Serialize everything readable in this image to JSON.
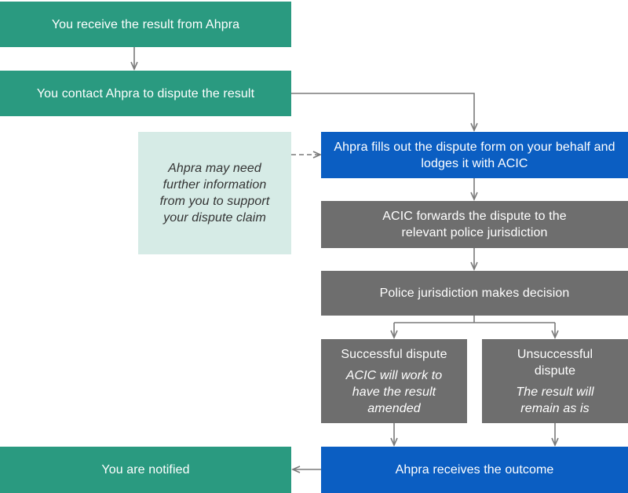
{
  "nodes": {
    "receive_result": "You receive the result from Ahpra",
    "contact_ahpra": "You contact Ahpra to dispute the result",
    "fills_form": "Ahpra fills out the dispute form on your behalf and lodges it with ACIC",
    "note": "Ahpra may need further information from you to support your dispute claim",
    "forwards": "ACIC forwards the dispute to the relevant police jurisdiction",
    "decision": "Police jurisdiction makes decision",
    "successful": {
      "title": "Successful dispute",
      "detail": "ACIC will work to have the result amended"
    },
    "unsuccessful": {
      "title": "Unsuccessful dispute",
      "detail": "The result will remain as is"
    },
    "receives_outcome": "Ahpra receives the outcome",
    "notified": "You are notified"
  },
  "colors": {
    "teal": "#2a9a80",
    "blue": "#0b5ec2",
    "gray": "#6e6e6e",
    "note_bg": "#d6ebe6",
    "arrow": "#7a7a7a"
  }
}
